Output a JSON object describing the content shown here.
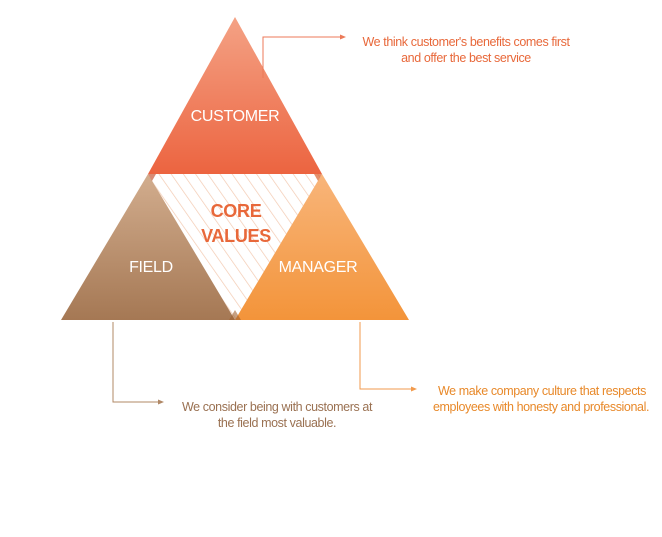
{
  "diagram": {
    "customer": {
      "label": "CUSTOMER",
      "description": [
        "We think customer's benefits comes first",
        "and offer the best service"
      ]
    },
    "core": {
      "line1": "CORE",
      "line2": "VALUES"
    },
    "field": {
      "label": "FIELD",
      "description": [
        "We consider being with customers at",
        "the field most valuable."
      ]
    },
    "manager": {
      "label": "MANAGER",
      "description": [
        "We make company culture that respects",
        "employees with honesty and professional."
      ]
    }
  },
  "colors": {
    "customer": "#ee6a48",
    "field": "#b48b68",
    "manager": "#f6a04c",
    "core_text": "#e8683a"
  }
}
